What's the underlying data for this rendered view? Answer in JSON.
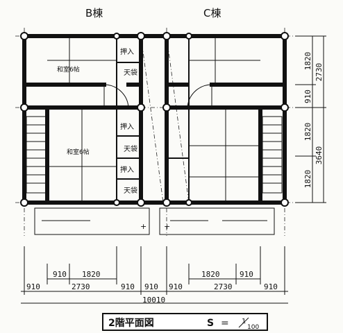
{
  "plan": {
    "building_b": "B棟",
    "building_c": "C棟",
    "room_b_upper": "和室6帖",
    "room_b_lower": "和室6帖",
    "closet_labels": [
      "押入",
      "押入",
      "押入"
    ],
    "ceiling_labels": [
      "天袋",
      "天袋",
      "天袋"
    ],
    "right_dims_inner": [
      "1820",
      "910",
      "1820",
      "1820"
    ],
    "right_dims_outer": [
      "2730",
      "3640"
    ],
    "bottom_row1": [
      "910",
      "1820",
      "1820",
      "910"
    ],
    "bottom_row2": [
      "910",
      "2730",
      "910",
      "910",
      "910",
      "2730",
      "910"
    ],
    "bottom_total": "10010",
    "title": "2階平面図",
    "scale_label": "S",
    "scale_eq": "=",
    "scale_num": "1",
    "scale_den": "100"
  }
}
